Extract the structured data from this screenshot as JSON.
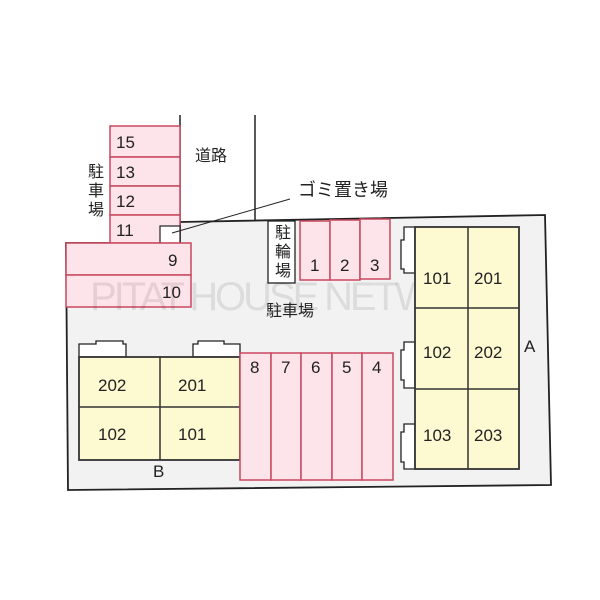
{
  "labels": {
    "road": "道路",
    "garbage": "ゴミ置き場",
    "parking_side": "駐車場",
    "parking_main": "駐車場",
    "bicycle": "駐輪場",
    "building_a": "A",
    "building_b": "B",
    "watermark": "PITAT HOUSE NETWORK"
  },
  "parking_left_column": [
    "15",
    "13",
    "12",
    "11"
  ],
  "parking_left_rows": [
    "9",
    "10"
  ],
  "parking_top": [
    "1",
    "2",
    "3"
  ],
  "parking_bottom": [
    "8",
    "7",
    "6",
    "5",
    "4"
  ],
  "building_a_units": [
    [
      "101",
      "201"
    ],
    [
      "102",
      "202"
    ],
    [
      "103",
      "203"
    ]
  ],
  "building_b_units": [
    [
      "202",
      "201"
    ],
    [
      "102",
      "101"
    ]
  ],
  "colors": {
    "parking_fill": "#fde3ea",
    "parking_stroke": "#c9485f",
    "building_fill": "#fdfad2",
    "lot_fill": "#f2f2f3"
  }
}
